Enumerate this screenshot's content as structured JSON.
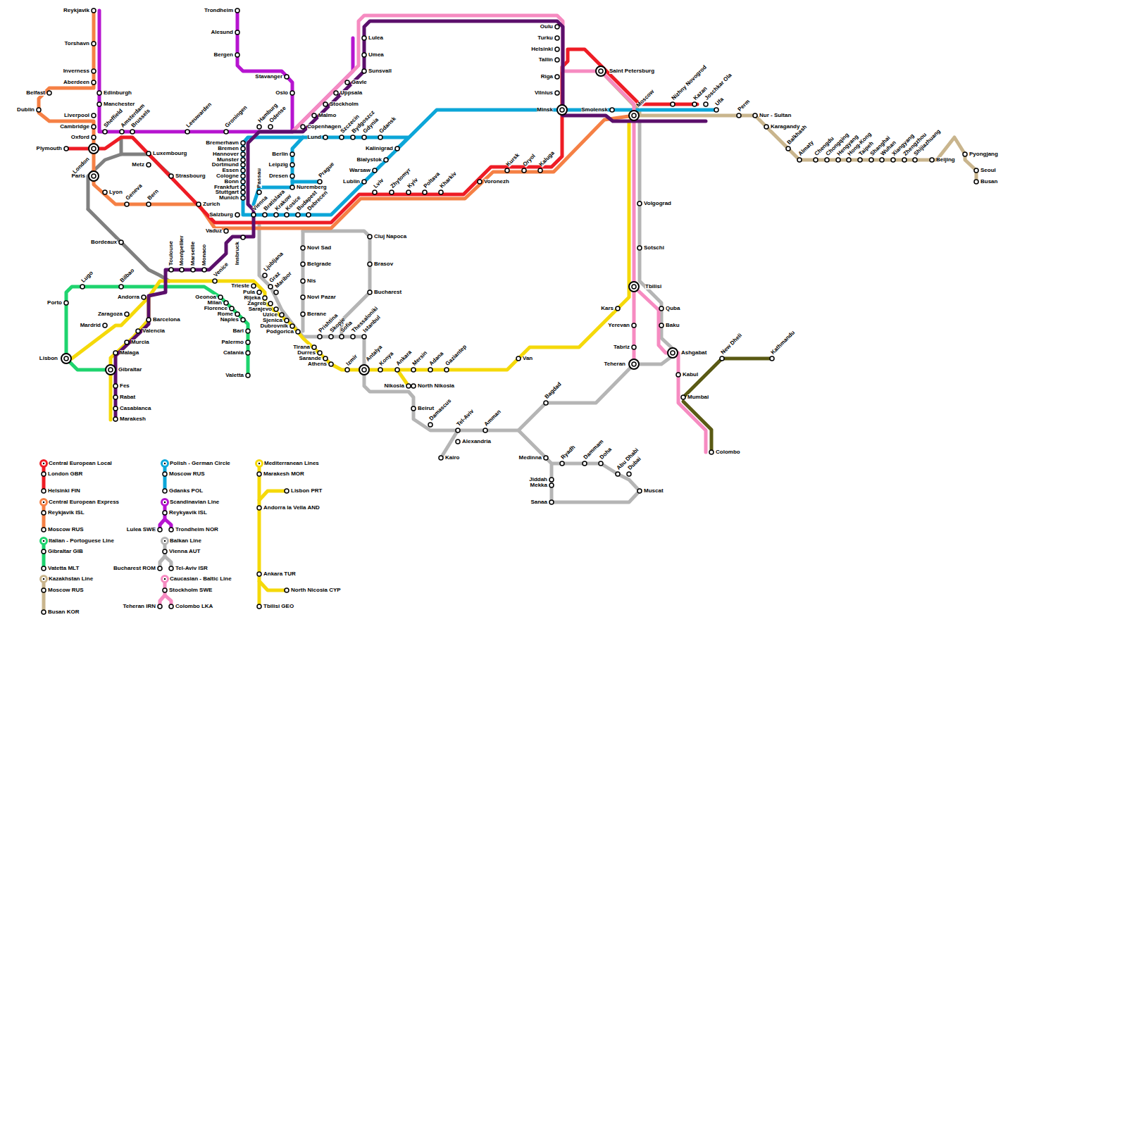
{
  "diagram": {
    "labels": [
      "Reykjavik",
      "Torshavn",
      "Inverness",
      "Aberdeen",
      "Belfast",
      "Edinburgh",
      "Dublin",
      "Manchester",
      "Liverpool",
      "Cambridge",
      "Oxford",
      "Sheffield",
      "Amsterdam",
      "Brussels",
      "Plymouth",
      "London",
      "Luxembourg",
      "Metz",
      "Strasbourg",
      "Paris",
      "Lyon",
      "Geneva",
      "Bern",
      "Zurich",
      "Bordeaux",
      "Toulouse",
      "Montpellier",
      "Marseille",
      "Monaco",
      "Venice",
      "Lugo",
      "Bilbao",
      "Porto",
      "Andorra",
      "Zaragoza",
      "Barcelona",
      "Mardrid",
      "Valencia",
      "Murcia",
      "Lisbon",
      "Malaga",
      "Gibraltar",
      "Fes",
      "Rabat",
      "Casablanca",
      "Marakesh",
      "Geonoa",
      "Milan",
      "Florence",
      "Rome",
      "Naples",
      "Bari",
      "Palermo",
      "Catania",
      "Valetta",
      "Trondheim",
      "Alesund",
      "Bergen",
      "Stavanger",
      "Oslo",
      "Lulea",
      "Umea",
      "Sunsvall",
      "Gavle",
      "Uppsala",
      "Stockholm",
      "Malmo",
      "Copenhagen",
      "Leeuwarden",
      "Groningen",
      "Hamburg",
      "Odense",
      "Lund",
      "Szczecin",
      "Bydgoszcz",
      "Gdynia",
      "Gdansk",
      "Kalinigrad",
      "Bialystok",
      "Warsaw",
      "Lublin",
      "Bremerhavn",
      "Bremen",
      "Hannover",
      "Munster",
      "Dortmund",
      "Essen",
      "Cologne",
      "Bonn",
      "Frankfurt",
      "Stuttgart",
      "Munich",
      "Berlin",
      "Leipzig",
      "Dresen",
      "Nuremberg",
      "Prague",
      "Passau",
      "Salzburg",
      "Vienna",
      "Bratislava",
      "Krakow",
      "Kosice",
      "Budapest",
      "Debrecen",
      "Vaduz",
      "Insbruck",
      "Ljubljana",
      "Trieste",
      "Graz",
      "Maribor",
      "Pula",
      "Rijeka",
      "Zagreb",
      "Sarajevo",
      "Uzice",
      "Sjenica",
      "Dubrovnik",
      "Podgorica",
      "Cluj Napoca",
      "Novi Sad",
      "Brasov",
      "Belgrade",
      "Nis",
      "Bucharest",
      "Novi Pazar",
      "Berane",
      "Prishtina",
      "Skopje",
      "Sofia",
      "Thessaloniki",
      "Istanbul",
      "Tirana",
      "Durres",
      "Sarande",
      "Athens",
      "Izmir",
      "Antalya",
      "Konya",
      "Ankara",
      "Mersin",
      "Adana",
      "Gaziantep",
      "Nikosia",
      "North Nikosia",
      "Beirut",
      "Damascus",
      "Tel-Aviv",
      "Amman",
      "Alexandria",
      "Kairo",
      "Van",
      "Bagdad",
      "Medinna",
      "Ryadh",
      "Dammam",
      "Doha",
      "Abu Dhabi",
      "Dubai",
      "Jiddah",
      "Mekka",
      "Sanaa",
      "Muscat",
      "Oulu",
      "Turku",
      "Helsinki",
      "Tallin",
      "Riga",
      "Vilnius",
      "Minsk",
      "Saint Petersburg",
      "Smolensk",
      "Moscow",
      "Nizhny Novogrod",
      "Kazan",
      "Joschkar Ola",
      "Ufa",
      "Perm",
      "Nur - Sultan",
      "Karagandy",
      "Balkhash",
      "Almaty",
      "Chengdu",
      "Chongqing",
      "Hengyang",
      "Hong-Kong",
      "Taipeh",
      "Shanghai",
      "Wuhan",
      "Xiangyang",
      "Zhengzhou",
      "Shijiazhuang",
      "Beijing",
      "Pyongjang",
      "Seoul",
      "Busan",
      "Kursk",
      "Oryol",
      "Kaluga",
      "Voronezh",
      "Lviv",
      "Zhytomyr",
      "Kyiv",
      "Poltava",
      "Kharkiv",
      "Volgograd",
      "Sotschi",
      "Tbilisi",
      "Kars",
      "Quba",
      "Yerevan",
      "Baku",
      "Tabriz",
      "Ashgabat",
      "Teheran",
      "Kabul",
      "Mumbai",
      "New Dheli",
      "Kathmandu",
      "Colombo",
      "London GBR",
      "Helsinki FIN",
      "Reykjavik ISL",
      "Moscow RUS",
      "Gibraltar GIB",
      "Vatetta MLT",
      "Moscow RUS",
      "Busan KOR",
      "Moscow RUS",
      "Gdanks POL",
      "Reykyavik ISL",
      "Lulea SWE",
      "Trondheim NOR",
      "Vienna AUT",
      "Bucharest ROM",
      "Tel-Aviv ISR",
      "Stockholm SWE",
      "Teheran IRN",
      "Colombo LKA",
      "Marakesh MOR",
      "Lisbon PRT",
      "Andorra la Vella AND",
      "Ankara TUR",
      "North Nicosia CYP",
      "Tbilisi GEO"
    ],
    "legend": [
      {
        "text": "Central European Local",
        "color": "#ee1c25"
      },
      {
        "text": "Central European Express",
        "color": "#f58045"
      },
      {
        "text": "Italian - Portoguese Line",
        "color": "#1ed46e"
      },
      {
        "text": "Kazakhstan Line",
        "color": "#c9b58d"
      },
      {
        "text": "Polish - German Circle",
        "color": "#0ca6d8"
      },
      {
        "text": "Scandinavian Line",
        "color": "#b614d0"
      },
      {
        "text": "Balkan Line",
        "color": "#b5b5b5"
      },
      {
        "text": "Caucasian - Baltic Line",
        "color": "#f68bc1"
      },
      {
        "text": "Mediterranean Lines",
        "color": "#f5d90a"
      }
    ]
  }
}
